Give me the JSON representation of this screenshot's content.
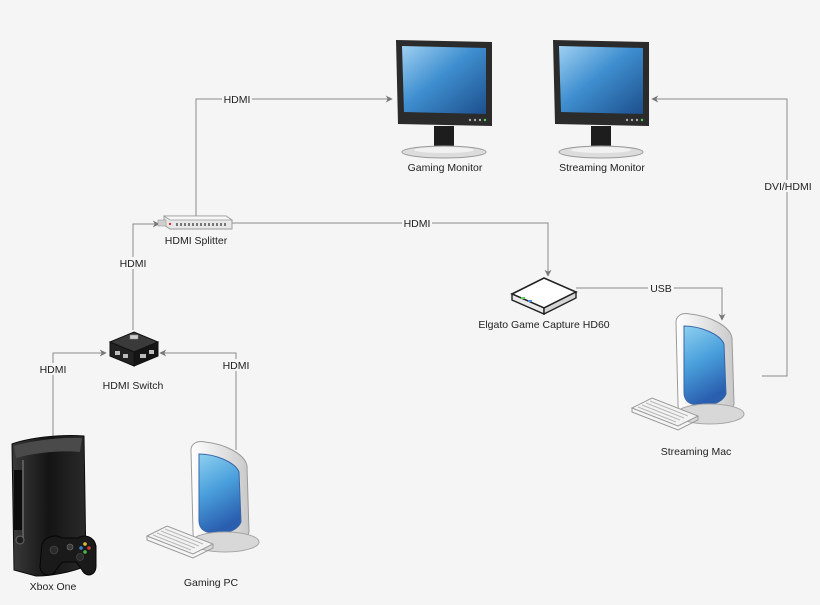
{
  "nodes": {
    "gaming_monitor": {
      "label": "Gaming Monitor",
      "icon": "monitor-icon"
    },
    "streaming_monitor": {
      "label": "Streaming Monitor",
      "icon": "monitor-icon"
    },
    "hdmi_splitter": {
      "label": "HDMI Splitter",
      "icon": "splitter-icon"
    },
    "elgato": {
      "label": "Elgato Game Capture HD60",
      "icon": "capture-card-icon"
    },
    "hdmi_switch": {
      "label": "HDMI Switch",
      "icon": "switch-icon"
    },
    "streaming_mac": {
      "label": "Streaming Mac",
      "icon": "computer-icon"
    },
    "xbox_one": {
      "label": "Xbox One",
      "icon": "game-console-icon"
    },
    "gaming_pc": {
      "label": "Gaming PC",
      "icon": "computer-icon"
    }
  },
  "edges": {
    "splitter_to_gaming_monitor": {
      "label": "HDMI"
    },
    "splitter_to_elgato": {
      "label": "HDMI"
    },
    "switch_to_splitter": {
      "label": "HDMI"
    },
    "xbox_to_switch": {
      "label": "HDMI"
    },
    "pc_to_switch": {
      "label": "HDMI"
    },
    "elgato_to_mac": {
      "label": "USB"
    },
    "mac_to_streaming_monitor": {
      "label": "DVI/HDMI"
    }
  },
  "colors": {
    "edge": "#8a8a8a",
    "screen_blue": "#2d6fb0",
    "monitor_frame": "#2b2b2b",
    "background": "#f5f5f5"
  }
}
